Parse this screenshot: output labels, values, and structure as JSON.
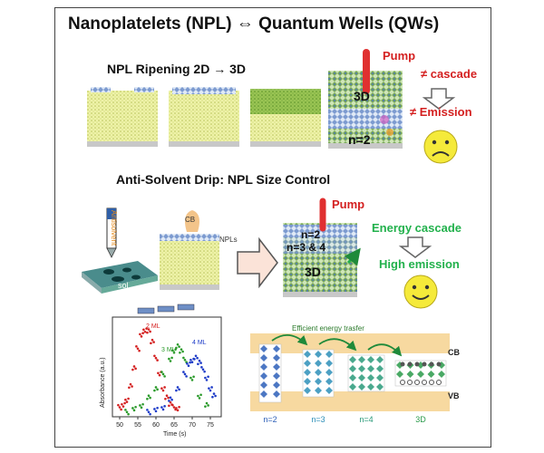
{
  "title": "Nanoplatelets (NPL) ⇔ Quantum Wells (QWs)",
  "top_section": {
    "heading": "NPL Ripening 2D → 3D",
    "pump_label": "Pump",
    "label_3d": "3D",
    "label_n2": "n=2",
    "no_cascade": "≠ cascade",
    "no_emission": "≠ Emission",
    "face": "sad-face"
  },
  "middle_section": {
    "heading": "Anti-Solvent Drip: NPL Size Control",
    "antisolvent_label": "Antisolvent",
    "sol_label": "sol",
    "cb_label": "CB",
    "npls_label": "NPLs",
    "pump_label": "Pump",
    "label_n2": "n=2",
    "label_n34": "n=3 & 4",
    "label_3d": "3D",
    "energy_cascade": "Energy cascade",
    "high_emission": "High emission",
    "face": "happy-face"
  },
  "chart_data": {
    "type": "scatter",
    "title": "",
    "xlabel": "Time (s)",
    "ylabel": "Absorbance (a.u.)",
    "xlim": [
      48,
      78
    ],
    "x_ticks": [
      50,
      55,
      60,
      65,
      70,
      75
    ],
    "series": [
      {
        "name": "2 ML",
        "color": "#d42020",
        "x": [
          50,
          51,
          52,
          53,
          54,
          55,
          56,
          57,
          58,
          59,
          60,
          61,
          62,
          63,
          64,
          65,
          66
        ],
        "y": [
          0.1,
          0.12,
          0.18,
          0.32,
          0.52,
          0.72,
          0.86,
          0.92,
          0.9,
          0.8,
          0.62,
          0.45,
          0.3,
          0.2,
          0.14,
          0.1,
          0.08
        ]
      },
      {
        "name": "3 ML",
        "color": "#2a9a2a",
        "x": [
          52,
          54,
          56,
          58,
          60,
          62,
          64,
          65,
          66,
          67,
          68,
          70,
          72,
          74
        ],
        "y": [
          0.05,
          0.08,
          0.12,
          0.2,
          0.3,
          0.45,
          0.6,
          0.7,
          0.74,
          0.7,
          0.6,
          0.4,
          0.22,
          0.12
        ]
      },
      {
        "name": "4 ML",
        "color": "#1e3cc8",
        "x": [
          58,
          60,
          62,
          64,
          66,
          68,
          69,
          70,
          71,
          72,
          73,
          74,
          75,
          76
        ],
        "y": [
          0.05,
          0.07,
          0.1,
          0.18,
          0.3,
          0.45,
          0.55,
          0.6,
          0.62,
          0.58,
          0.5,
          0.4,
          0.3,
          0.22
        ]
      }
    ]
  },
  "bottom_right": {
    "transfer_label": "Efficient energy trasfer",
    "cb": "CB",
    "vb": "VB",
    "wells": [
      "n=2",
      "n=3",
      "n=4",
      "3D"
    ],
    "well_colors": [
      "#2d5fb8",
      "#2d8fb8",
      "#2a9a7a",
      "#2a9a4a"
    ]
  },
  "colors": {
    "red": "#d42020",
    "green": "#22b14c",
    "film_yellow": "#e8ec9a",
    "film_green": "#7bb03a",
    "arrow_fill": "#fbe3d8"
  }
}
